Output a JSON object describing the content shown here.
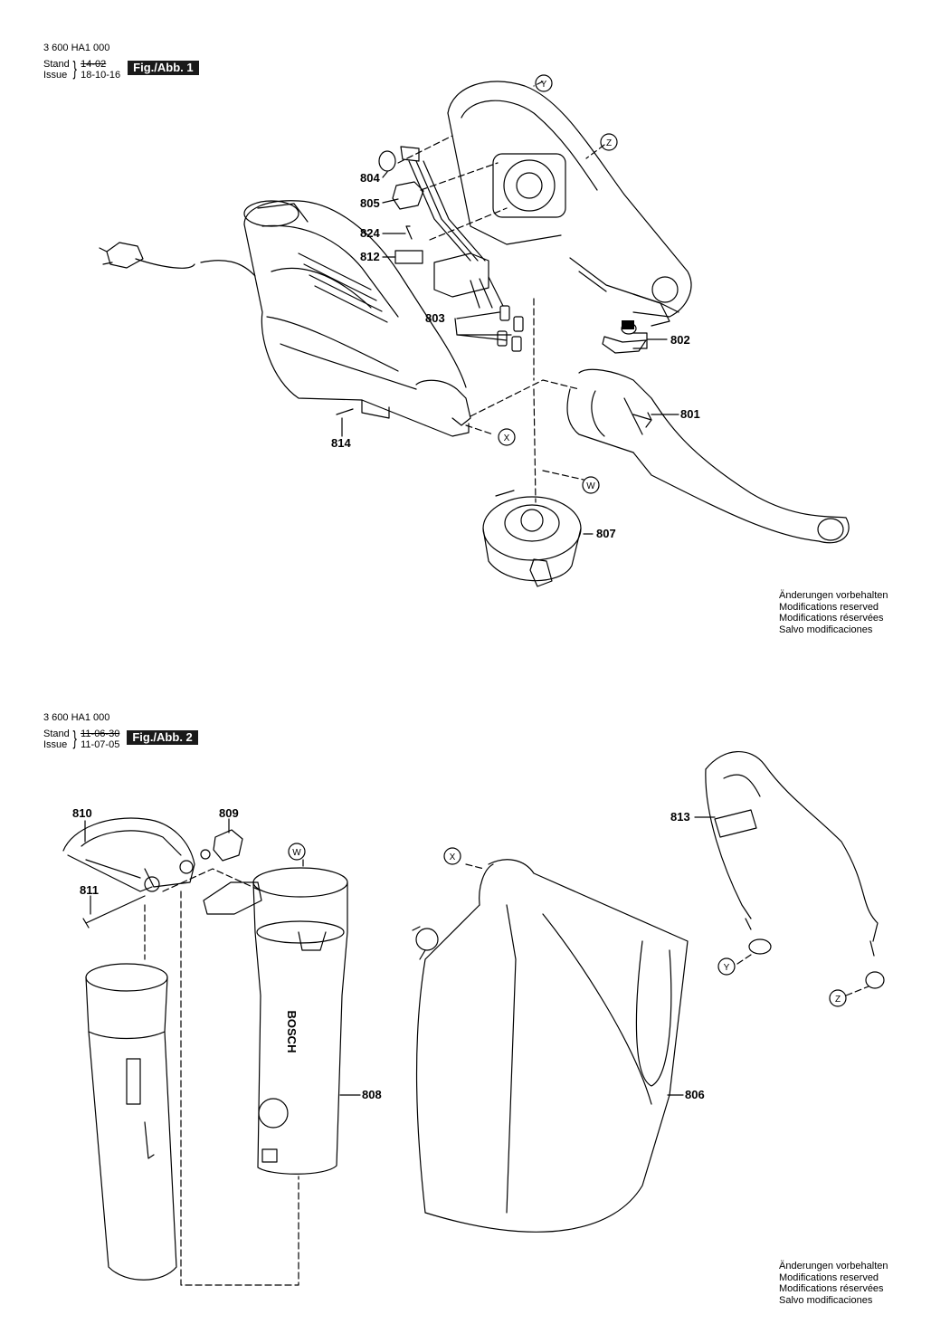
{
  "fig1": {
    "code": "3 600 HA1 000",
    "stand_label": "Stand",
    "issue_label": "Issue",
    "stand_date": "14-02",
    "issue_date": "18-10-16",
    "fig_label": "Fig./Abb. 1",
    "parts": [
      "801",
      "802",
      "803",
      "804",
      "805",
      "807",
      "812",
      "814",
      "824"
    ],
    "connectors": [
      "X",
      "Y",
      "Z",
      "W"
    ]
  },
  "fig2": {
    "code": "3 600 HA1 000",
    "stand_label": "Stand",
    "issue_label": "Issue",
    "stand_date": "11-06-30",
    "issue_date": "11-07-05",
    "fig_label": "Fig./Abb. 2",
    "parts": [
      "806",
      "808",
      "809",
      "810",
      "811",
      "813"
    ],
    "connectors": [
      "W",
      "X",
      "Y",
      "Z"
    ]
  },
  "brand_on_tube": "BOSCH",
  "notice_lines": [
    "Änderungen vorbehalten",
    "Modifications reserved",
    "Modifications réservées",
    "Salvo modificaciones"
  ],
  "colors": {
    "header_box_bg": "#1a1a1a",
    "header_box_text": "#ffffff",
    "line": "#000000"
  }
}
